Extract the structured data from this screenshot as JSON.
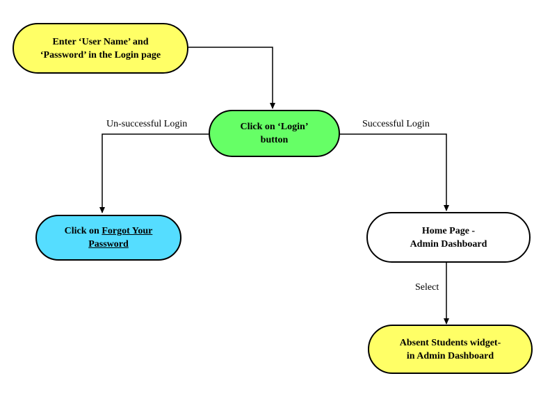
{
  "colors": {
    "start": "#ffff66",
    "login": "#66ff66",
    "forgot": "#55ddff",
    "home": "#ffffff",
    "absent": "#ffff66",
    "stroke": "#000000"
  },
  "nodes": {
    "start": {
      "line1": "Enter ‘User Name’ and",
      "line2": "‘Password’ in the Login page"
    },
    "login": {
      "line1": "Click on ‘Login’",
      "line2": "button"
    },
    "forgot": {
      "prefix": "Click on ",
      "link1": "Forgot Your",
      "link2": "Password"
    },
    "home": {
      "line1": "Home Page -",
      "line2": "Admin Dashboard"
    },
    "absent": {
      "line1": "Absent Students widget-",
      "line2": "in Admin Dashboard"
    }
  },
  "edges": {
    "unsuccessful": "Un-successful  Login",
    "successful": "Successful  Login",
    "select": "Select"
  }
}
